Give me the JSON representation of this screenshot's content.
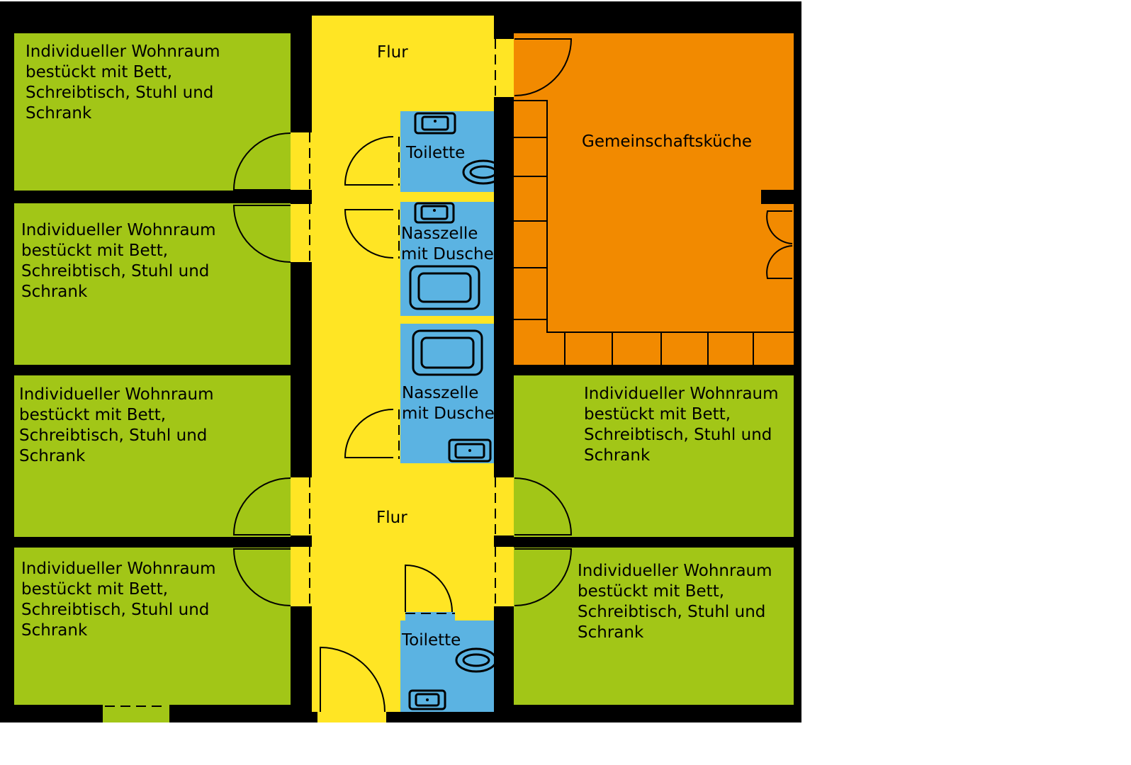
{
  "colors": {
    "wall": "#000000",
    "living_room": "#a2c617",
    "corridor": "#ffe524",
    "sanitary": "#5bb3e2",
    "kitchen": "#f28a00",
    "background": "#ffffff"
  },
  "rooms": {
    "living_left_1": [
      "Individueller Wohnraum",
      "bestückt mit Bett,",
      "Schreibtisch, Stuhl und",
      "Schrank"
    ],
    "living_left_2": [
      "Individueller Wohnraum",
      "bestückt mit Bett,",
      "Schreibtisch, Stuhl und",
      "Schrank"
    ],
    "living_left_3": [
      "Individueller Wohnraum",
      "bestückt mit Bett,",
      "Schreibtisch, Stuhl und",
      "Schrank"
    ],
    "living_left_4": [
      "Individueller Wohnraum",
      "bestückt mit Bett,",
      "Schreibtisch, Stuhl und",
      "Schrank"
    ],
    "living_right_1": [
      "Individueller Wohnraum",
      "bestückt mit Bett,",
      "Schreibtisch, Stuhl und",
      "Schrank"
    ],
    "living_right_2": [
      "Individueller Wohnraum",
      "bestückt mit Bett,",
      "Schreibtisch, Stuhl und",
      "Schrank"
    ],
    "corridor_top": "Flur",
    "corridor_bottom": "Flur",
    "toilet_top": "Toilette",
    "toilet_bottom": "Toilette",
    "wetcell_1": [
      "Nasszelle",
      "mit Dusche"
    ],
    "wetcell_2": [
      "Nasszelle",
      "mit Dusche"
    ],
    "kitchen": "Gemeinschaftsküche"
  }
}
